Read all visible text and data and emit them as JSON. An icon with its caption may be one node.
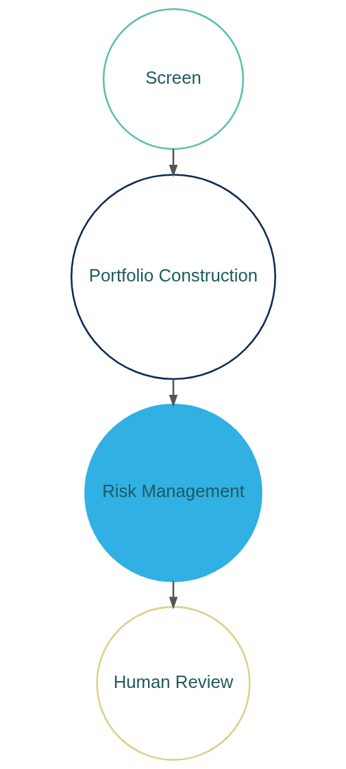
{
  "diagram": {
    "nodes": [
      {
        "text": [
          "Screen"
        ]
      },
      {
        "text": [
          "Portfolio Construction"
        ]
      },
      {
        "text": [
          "Risk Management"
        ]
      },
      {
        "text": [
          "Human Review"
        ]
      }
    ],
    "edges": [
      {
        "from": 0,
        "to": 1,
        "arrow": "to"
      },
      {
        "from": 1,
        "to": 2,
        "arrow": "to"
      },
      {
        "from": 2,
        "to": 3,
        "arrow": "to"
      }
    ]
  }
}
